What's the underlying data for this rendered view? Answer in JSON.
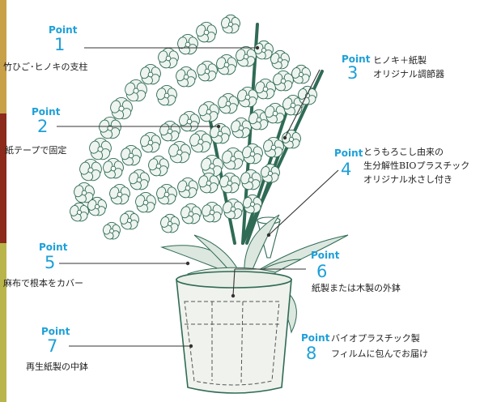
{
  "colors": {
    "accent": "#1ea0d8",
    "text": "#222222",
    "line": "#333333",
    "stroke": "#2f6b55",
    "flower_fill": "#eef4f0",
    "pot_fill": "#f0f2ee",
    "edge": [
      "#c8a048",
      "#8c2a1c",
      "#b9b54a"
    ]
  },
  "point_label": "Point",
  "callouts": [
    {
      "number": "1",
      "lines": [
        "竹ひご･ヒノキの支柱"
      ]
    },
    {
      "number": "2",
      "lines": [
        "紙テープで固定"
      ]
    },
    {
      "number": "3",
      "lines": [
        "ヒノキ＋紙製",
        "オリジナル調節器"
      ]
    },
    {
      "number": "4",
      "lines": [
        "とうもろこし由来の",
        "生分解性BIOプラスチック",
        "オリジナル水さし付き"
      ]
    },
    {
      "number": "5",
      "lines": [
        "麻布で根本をカバー"
      ]
    },
    {
      "number": "6",
      "lines": [
        "紙製または木製の外鉢"
      ]
    },
    {
      "number": "7",
      "lines": [
        "再生紙製の中鉢"
      ]
    },
    {
      "number": "8",
      "lines": [
        "バイオプラスチック製",
        "フィルムに包んでお届け"
      ]
    }
  ]
}
